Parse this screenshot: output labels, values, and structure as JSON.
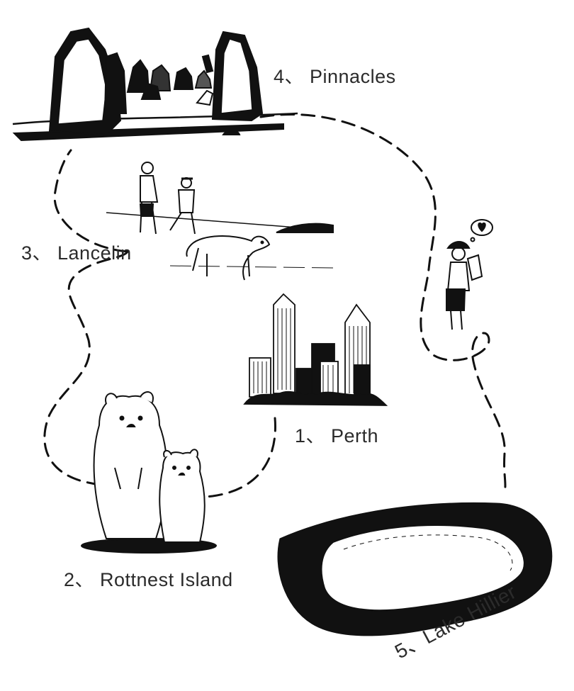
{
  "map": {
    "stops": [
      {
        "number": "1、",
        "name": "Perth"
      },
      {
        "number": "2、",
        "name": "Rottnest Island"
      },
      {
        "number": "3、",
        "name": "Lancelin"
      },
      {
        "number": "4、",
        "name": "Pinnacles"
      },
      {
        "number": "5、",
        "name": "Lake Hillier"
      }
    ]
  },
  "labels": {
    "perth": "1、 Perth",
    "rottnest": "2、 Rottnest Island",
    "lancelin": "3、 Lancelin",
    "pinnacles": "4、 Pinnacles",
    "lake": "5、Lake Hillier"
  },
  "colors": {
    "ink": "#111111",
    "text": "#2b2b2b",
    "background": "#ffffff"
  },
  "icons": [
    "pinnacles-rocks-illustration",
    "beach-walkers-dog-illustration",
    "city-skyline-illustration",
    "quokkas-illustration",
    "lake-illustration",
    "traveler-with-map-illustration",
    "heart-thought-bubble-icon"
  ]
}
